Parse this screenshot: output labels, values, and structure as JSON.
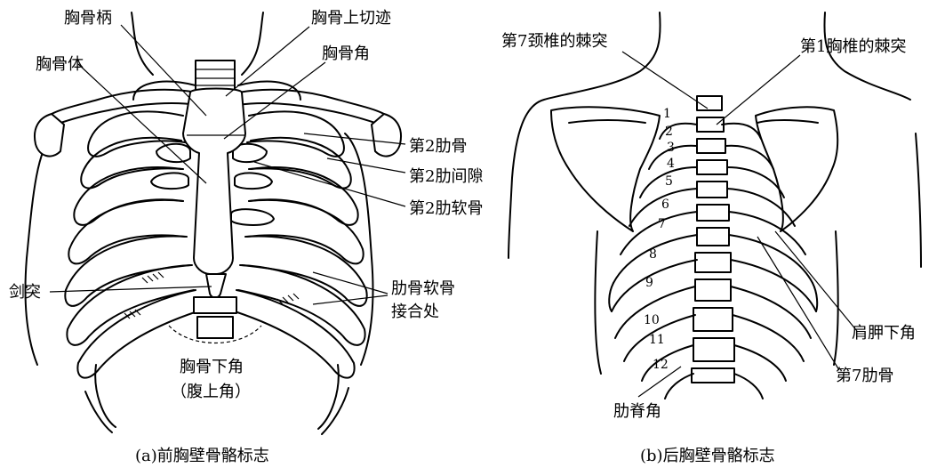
{
  "anterior": {
    "labels": {
      "manubrium": "胸骨柄",
      "suprasternal_notch": "胸骨上切迹",
      "sternal_body": "胸骨体",
      "sternal_angle": "胸骨角",
      "rib2": "第2肋骨",
      "ics2": "第2肋间隙",
      "cartilage2": "第2肋软骨",
      "xiphoid": "剑突",
      "costochondral_1": "肋骨软骨",
      "costochondral_2": "接合处",
      "infrasternal_1": "胸骨下角",
      "infrasternal_2": "（腹上角）"
    },
    "caption": "(a)前胸壁骨骼标志"
  },
  "posterior": {
    "labels": {
      "c7_spinous": "第7颈椎的棘突",
      "t1_spinous": "第1胸椎的棘突",
      "scapula_inferior_angle": "肩胛下角",
      "rib7": "第7肋骨",
      "costovertebral_angle": "肋脊角"
    },
    "rib_numbers": [
      "1",
      "2",
      "3",
      "4",
      "5",
      "6",
      "7",
      "8",
      "9",
      "10",
      "11",
      "12"
    ],
    "caption": "(b)后胸壁骨骼标志"
  }
}
